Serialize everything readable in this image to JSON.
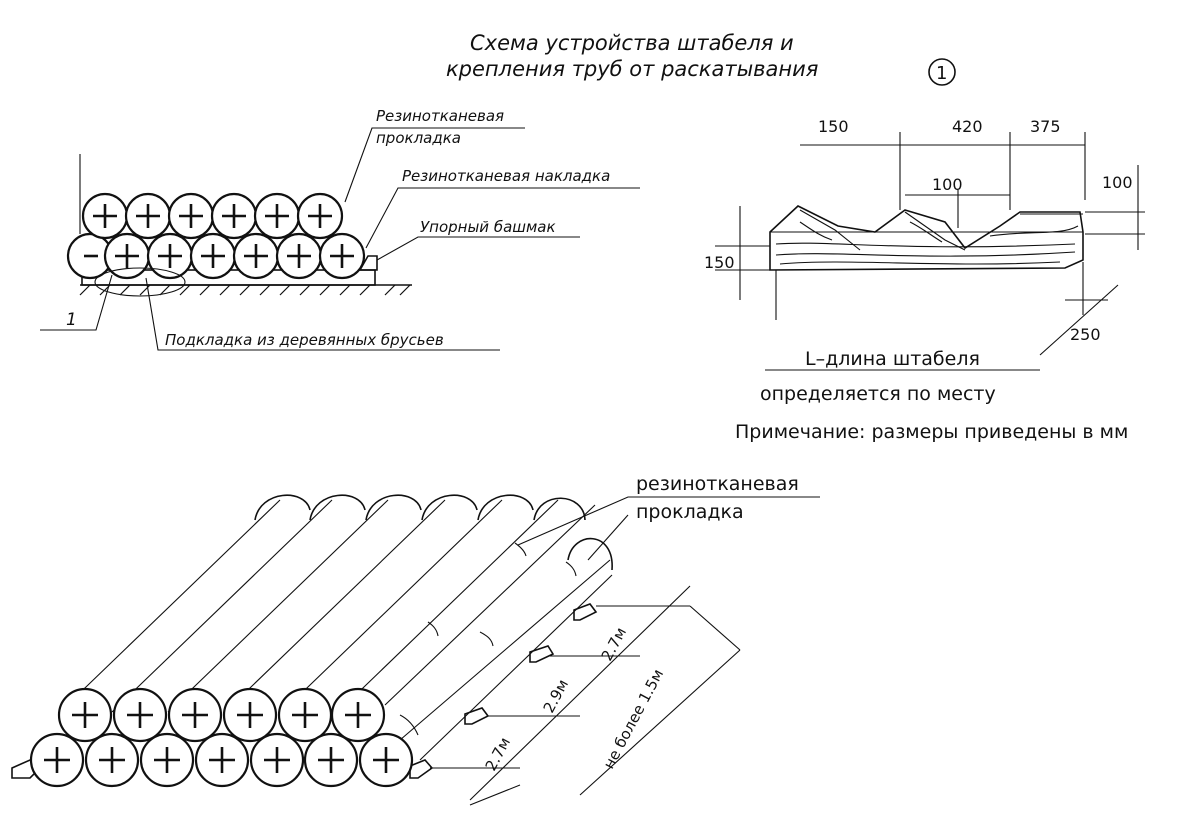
{
  "title": {
    "line1": "Схема устройства штабеля и",
    "line2": "крепления труб от раскатывания",
    "number": "1"
  },
  "section_view": {
    "labels": {
      "rubber_gasket": [
        "Резинотканевая",
        "прокладка"
      ],
      "rubber_overlay": "Резинотканевая накладка",
      "stop_shoe": "Упорный башмак",
      "callout_1": "1",
      "wood_beams": "Подкладка из деревянных брусьев"
    }
  },
  "block_detail": {
    "dims": {
      "d150_top": "150",
      "d420": "420",
      "d375": "375",
      "d100_mid": "100",
      "d100_right": "100",
      "d150_left": "150",
      "d250": "250"
    },
    "length_label": "L–длина штабеля",
    "length_note": "определяется по месту",
    "note": "Примечание: размеры приведены в мм"
  },
  "perspective_view": {
    "labels": {
      "rubber_gasket": [
        "резинотканевая",
        "прокладка"
      ]
    },
    "dims": {
      "d27_upper": "2.7м",
      "d29": "2.9м",
      "d27_lower": "2.7м",
      "not_more": "не более 1.5м"
    }
  }
}
